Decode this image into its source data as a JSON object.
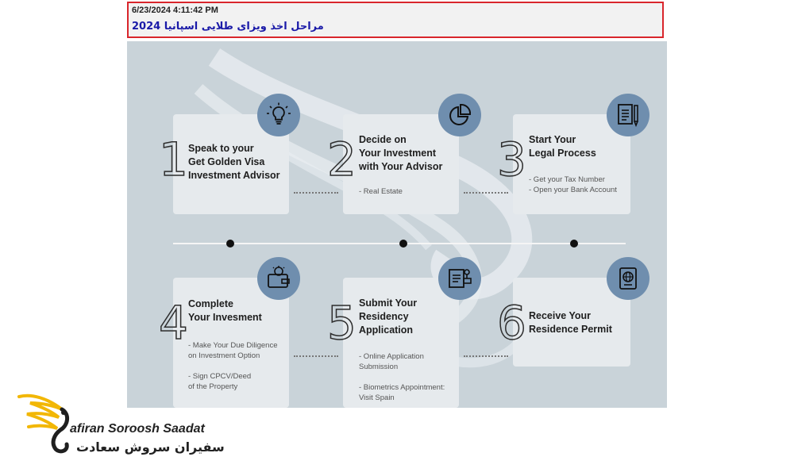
{
  "header": {
    "timestamp": "6/23/2024 4:11:42 PM",
    "title": "مراحل اخذ ویزای طلایی اسپانیا 2024"
  },
  "steps": [
    {
      "number": "1",
      "heading": "Speak to your\nGet Golden Visa\nInvestment Advisor",
      "bullets": "",
      "icon": "lightbulb-icon"
    },
    {
      "number": "2",
      "heading": "Decide on\nYour Investment\nwith Your Advisor",
      "bullets": "- Real Estate",
      "icon": "pie-chart-icon"
    },
    {
      "number": "3",
      "heading": "Start Your\nLegal Process",
      "bullets": "- Get your Tax Number\n- Open your Bank Account",
      "icon": "document-pen-icon"
    },
    {
      "number": "4",
      "heading": "Complete\nYour Invesment",
      "bullets": "- Make Your Due Diligence\non Investment Option\n\n- Sign CPCV/Deed\nof the Property",
      "icon": "wallet-money-icon"
    },
    {
      "number": "5",
      "heading": "Submit Your\nResidency\nApplication",
      "bullets": "- Online Application\nSubmission\n\n- Biometrics Appointment:\nVisit Spain",
      "icon": "application-stamp-icon"
    },
    {
      "number": "6",
      "heading": "Receive Your\nResidence Permit",
      "bullets": "",
      "icon": "passport-icon"
    }
  ],
  "logo": {
    "name_en": "afiran Soroosh Saadat",
    "name_fa": "سفیران سروش سعادت",
    "icon": "eagle-logo-icon"
  },
  "colors": {
    "header_border": "#d9262c",
    "title": "#1a1aa8",
    "background": "#c9d3d9",
    "card": "#e6eaed",
    "icon_circle": "#6f8eae",
    "logo_gold": "#f2b705"
  }
}
